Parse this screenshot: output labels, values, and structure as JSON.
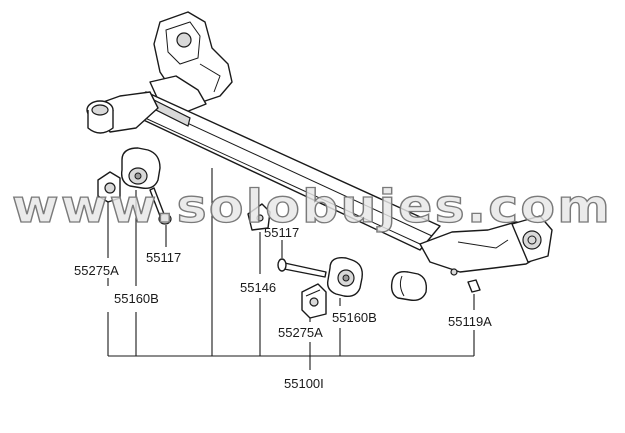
{
  "watermark": "www.solobujes.com",
  "labels": {
    "p55275A_left": "55275A",
    "p55160B_left": "55160B",
    "p55117_left": "55117",
    "p55117_mid": "55117",
    "p55146": "55146",
    "p55275A_mid": "55275A",
    "p55160B_mid": "55160B",
    "p55119A": "55119A",
    "assembly": "55100I"
  }
}
